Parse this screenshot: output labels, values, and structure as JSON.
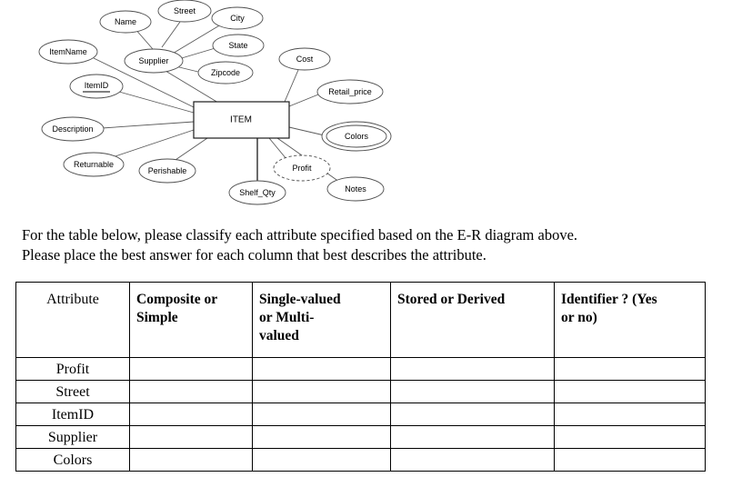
{
  "diagram": {
    "title": "ITEM E-R diagram",
    "entity": {
      "name": "ITEM"
    },
    "attributes": [
      {
        "id": "name",
        "label": "Name",
        "type": "simple",
        "key": false
      },
      {
        "id": "street",
        "label": "Street",
        "type": "simple",
        "key": false
      },
      {
        "id": "city",
        "label": "City",
        "type": "simple",
        "key": false
      },
      {
        "id": "state",
        "label": "State",
        "type": "simple",
        "key": false
      },
      {
        "id": "zipcode",
        "label": "Zipcode",
        "type": "simple",
        "key": false
      },
      {
        "id": "supplier",
        "label": "Supplier",
        "type": "composite",
        "key": false
      },
      {
        "id": "itemname",
        "label": "ItemName",
        "type": "simple",
        "key": false
      },
      {
        "id": "itemid",
        "label": "ItemID",
        "type": "key",
        "key": true
      },
      {
        "id": "description",
        "label": "Description",
        "type": "simple",
        "key": false
      },
      {
        "id": "returnable",
        "label": "Returnable",
        "type": "simple",
        "key": false
      },
      {
        "id": "perishable",
        "label": "Perishable",
        "type": "simple",
        "key": false
      },
      {
        "id": "shelf_qty",
        "label": "Shelf_Qty",
        "type": "simple",
        "key": false
      },
      {
        "id": "profit",
        "label": "Profit",
        "type": "derived",
        "key": false
      },
      {
        "id": "notes",
        "label": "Notes",
        "type": "simple",
        "key": false
      },
      {
        "id": "colors",
        "label": "Colors",
        "type": "multivalued",
        "key": false
      },
      {
        "id": "retail_price",
        "label": "Retail_price",
        "type": "simple",
        "key": false
      },
      {
        "id": "cost",
        "label": "Cost",
        "type": "simple",
        "key": false
      }
    ]
  },
  "instructions": {
    "line1": "For the table below, please classify each attribute specified based on the E-R diagram above.",
    "line2": "Please place the best answer for each column that best describes the attribute."
  },
  "table": {
    "headers": [
      "Attribute",
      "Composite or Simple",
      "Single-valued or Multi-valued",
      "Stored or Derived",
      "Identifier ? (Yes or no)"
    ],
    "header_lines": {
      "attribute": "Attribute",
      "composite": [
        "Composite or",
        "Simple"
      ],
      "single": [
        "Single-valued",
        "or Multi-",
        "valued"
      ],
      "stored": [
        "Stored or Derived"
      ],
      "identifier": [
        "Identifier ? (Yes",
        "or no)"
      ]
    },
    "rows": [
      {
        "attribute": "Profit",
        "composite": "",
        "single": "",
        "stored": "",
        "identifier": ""
      },
      {
        "attribute": "Street",
        "composite": "",
        "single": "",
        "stored": "",
        "identifier": ""
      },
      {
        "attribute": "ItemID",
        "composite": "",
        "single": "",
        "stored": "",
        "identifier": ""
      },
      {
        "attribute": "Supplier",
        "composite": "",
        "single": "",
        "stored": "",
        "identifier": ""
      },
      {
        "attribute": "Colors",
        "composite": "",
        "single": "",
        "stored": "",
        "identifier": ""
      }
    ]
  },
  "colors": {
    "page_background": "#ffffff",
    "text": "#000000",
    "diagram_stroke": "#4d4d4d",
    "table_border": "#000000"
  }
}
